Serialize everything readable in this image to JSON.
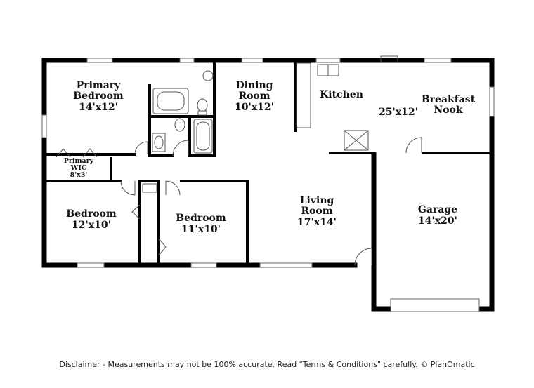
{
  "rooms": {
    "primary_bedroom": {
      "name_line1": "Primary",
      "name_line2": "Bedroom",
      "dims": "14'x12'"
    },
    "dining_room": {
      "name_line1": "Dining",
      "name_line2": "Room",
      "dims": "10'x12'"
    },
    "kitchen": {
      "name": "Kitchen"
    },
    "breakfast_nook": {
      "name_line1": "Breakfast",
      "name_line2": "Nook"
    },
    "kitchen_nook_dims": "25'x12'",
    "primary_wic": {
      "name_line1": "Primary",
      "name_line2": "WIC",
      "dims": "8'x3'"
    },
    "bedroom_1": {
      "name": "Bedroom",
      "dims": "12'x10'"
    },
    "bedroom_2": {
      "name": "Bedroom",
      "dims": "11'x10'"
    },
    "living_room": {
      "name_line1": "Living",
      "name_line2": "Room",
      "dims": "17'x14'"
    },
    "garage": {
      "name": "Garage",
      "dims": "14'x20'"
    }
  },
  "disclaimer": "Disclaimer - Measurements may not be 100% accurate. Read \"Terms & Conditions\" carefully. © PlanOmatic",
  "colors": {
    "wall": "#000000",
    "fixture": "#555555",
    "background": "#ffffff"
  }
}
